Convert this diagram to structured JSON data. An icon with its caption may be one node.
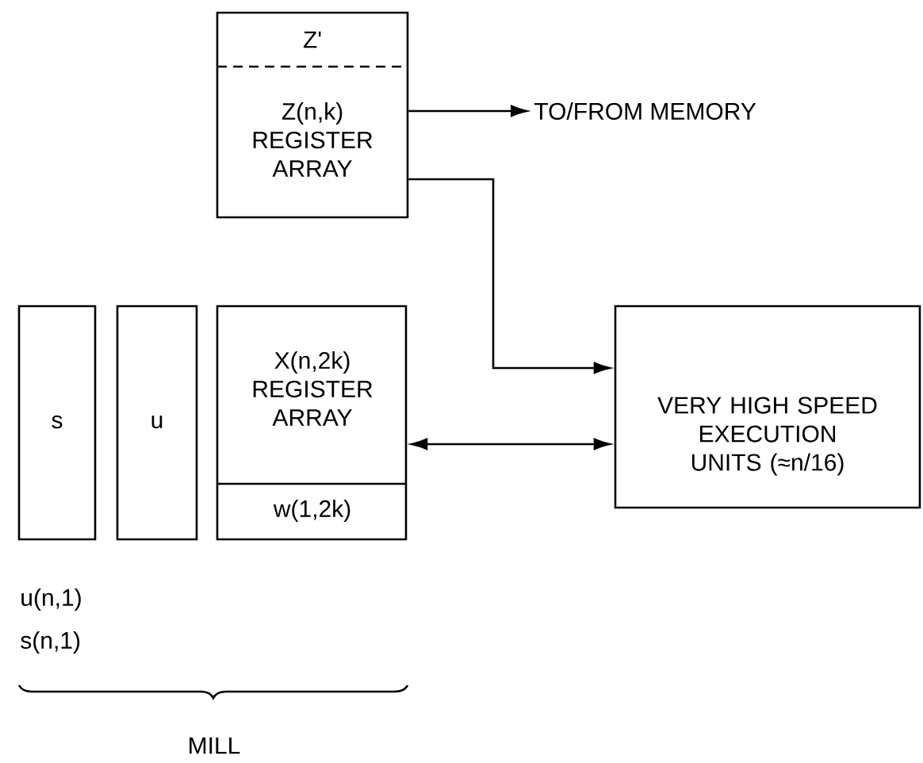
{
  "diagram": {
    "nodes": [
      {
        "text": [
          "Z'",
          "Z(n,k) REGISTER ARRAY"
        ]
      },
      {
        "text": [
          "TO/FROM MEMORY"
        ]
      },
      {
        "text": [
          "s"
        ]
      },
      {
        "text": [
          "u"
        ]
      },
      {
        "text": [
          "X(n,2k) REGISTER ARRAY",
          "w(1,2k)"
        ]
      },
      {
        "text": [
          "VERY HIGH SPEED EXECUTION UNITS (≈n/16)"
        ]
      }
    ],
    "edges": [
      {
        "from": 0,
        "to": 1,
        "arrow": "to"
      },
      {
        "from": 0,
        "to": 5,
        "arrow": "to"
      },
      {
        "from": 4,
        "to": 5,
        "arrow": "both"
      }
    ],
    "labels": [
      "u(n,1)",
      "s(n,1)",
      "MILL"
    ]
  }
}
